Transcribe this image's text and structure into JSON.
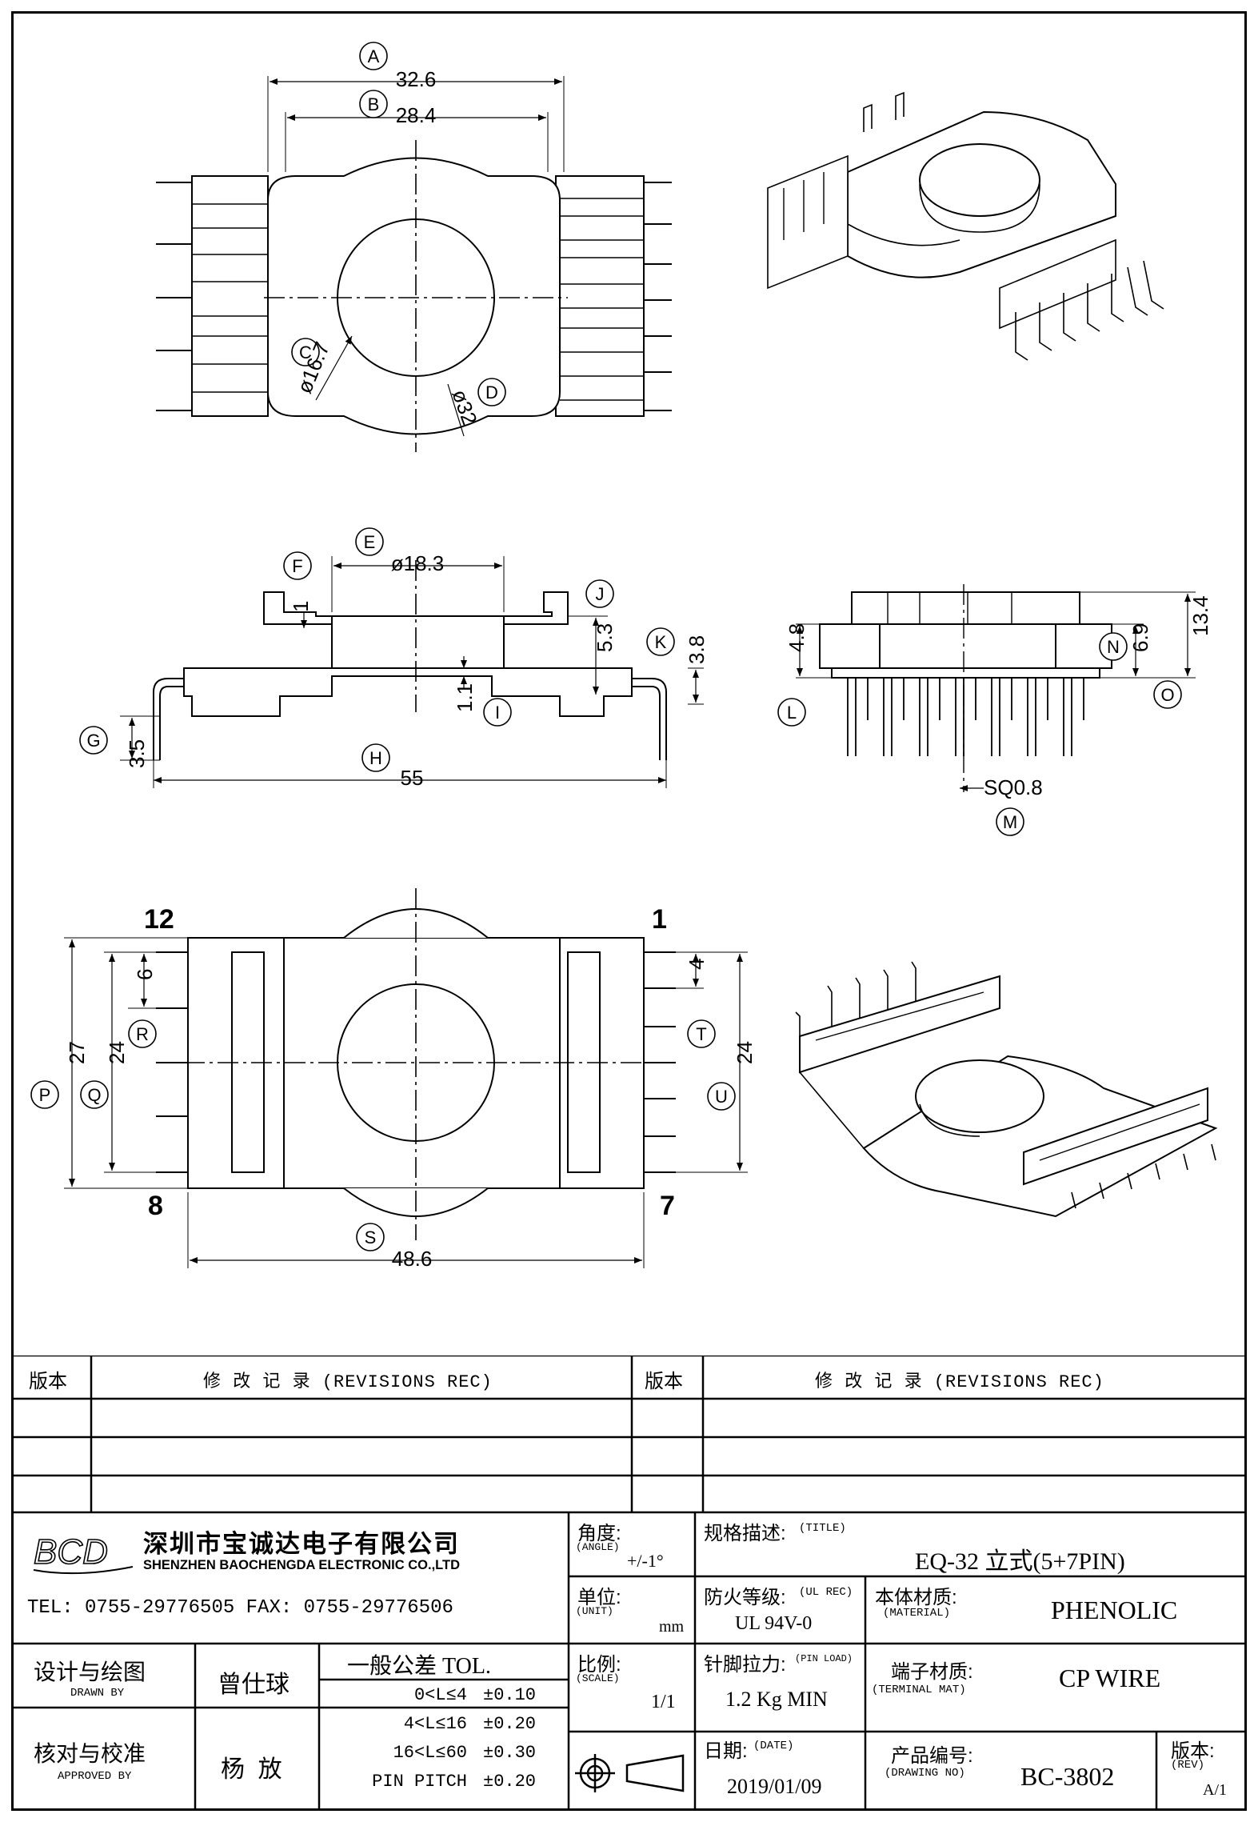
{
  "drawing": {
    "dims": {
      "A": "32.6",
      "B": "28.4",
      "C": "ø16.7",
      "D": "ø32",
      "E": "ø18.3",
      "F": "1",
      "G": "3.5",
      "H": "55",
      "I": "1.1",
      "J": "",
      "K": "3.8",
      "K2": "5.3",
      "L": "4.8",
      "M": "SQ0.8",
      "N": "6.9",
      "O": "13.4",
      "P": "27",
      "Q": "24",
      "R": "6",
      "S": "48.6",
      "T": "4",
      "U": "24"
    },
    "letters": [
      "A",
      "B",
      "C",
      "D",
      "E",
      "F",
      "G",
      "H",
      "I",
      "J",
      "K",
      "L",
      "M",
      "N",
      "O",
      "P",
      "Q",
      "R",
      "S",
      "T",
      "U"
    ],
    "pins": {
      "p12": "12",
      "p1": "1",
      "p8": "8",
      "p7": "7"
    }
  },
  "title_block": {
    "rev_left": "版本",
    "rev_title_left": "修 改 记 录 (REVISIONS REC)",
    "rev_right": "版本",
    "rev_title_right": "修 改 记 录 (REVISIONS REC)",
    "company_cn": "深圳市宝诚达电子有限公司",
    "company_en": "SHENZHEN BAOCHENGDA ELECTRONIC CO.,LTD",
    "contact": "TEL: 0755-29776505  FAX: 0755-29776506",
    "logo": "BCD",
    "angle_label": "角度:",
    "angle_label_en": "(ANGLE)",
    "angle_value": "+/-1°",
    "unit_label": "单位:",
    "unit_label_en": "(UNIT)",
    "unit_value": "mm",
    "scale_label": "比例:",
    "scale_label_en": "(SCALE)",
    "scale_value": "1/1",
    "title_label": "规格描述:",
    "title_label_en": "(TITLE)",
    "title_value": "EQ-32 立式(5+7PIN)",
    "ul_label": "防火等级:",
    "ul_label_en": "(UL REC)",
    "ul_value": "UL 94V-0",
    "material_label": "本体材质:",
    "material_label_en": "(MATERIAL)",
    "material_value": "PHENOLIC",
    "pinload_label": "针脚拉力:",
    "pinload_label_en": "(PIN LOAD)",
    "pinload_value": "1.2 Kg MIN",
    "terminal_label": "端子材质:",
    "terminal_label_en": "(TERMINAL MAT)",
    "terminal_value": "CP WIRE",
    "date_label": "日期:",
    "date_label_en": "(DATE)",
    "date_value": "2019/01/09",
    "drawing_no_label": "产品编号:",
    "drawing_no_label_en": "(DRAWING NO)",
    "drawing_no_value": "BC-3802",
    "rev_label": "版本:",
    "rev_label_en": "(REV)",
    "rev_value": "A/1",
    "drawn_by_label": "设计与绘图",
    "drawn_by_label_en": "DRAWN BY",
    "drawn_by_value": "曾仕球",
    "approved_label": "核对与校准",
    "approved_label_en": "APPROVED BY",
    "approved_value": "杨  放",
    "tol_title": "一般公差 TOL.",
    "tol_rows": [
      {
        "range": "0<L≤4",
        "value": "±0.10"
      },
      {
        "range": "4<L≤16",
        "value": "±0.20"
      },
      {
        "range": "16<L≤60",
        "value": "±0.30"
      },
      {
        "range": "PIN PITCH",
        "value": "±0.20"
      }
    ]
  }
}
